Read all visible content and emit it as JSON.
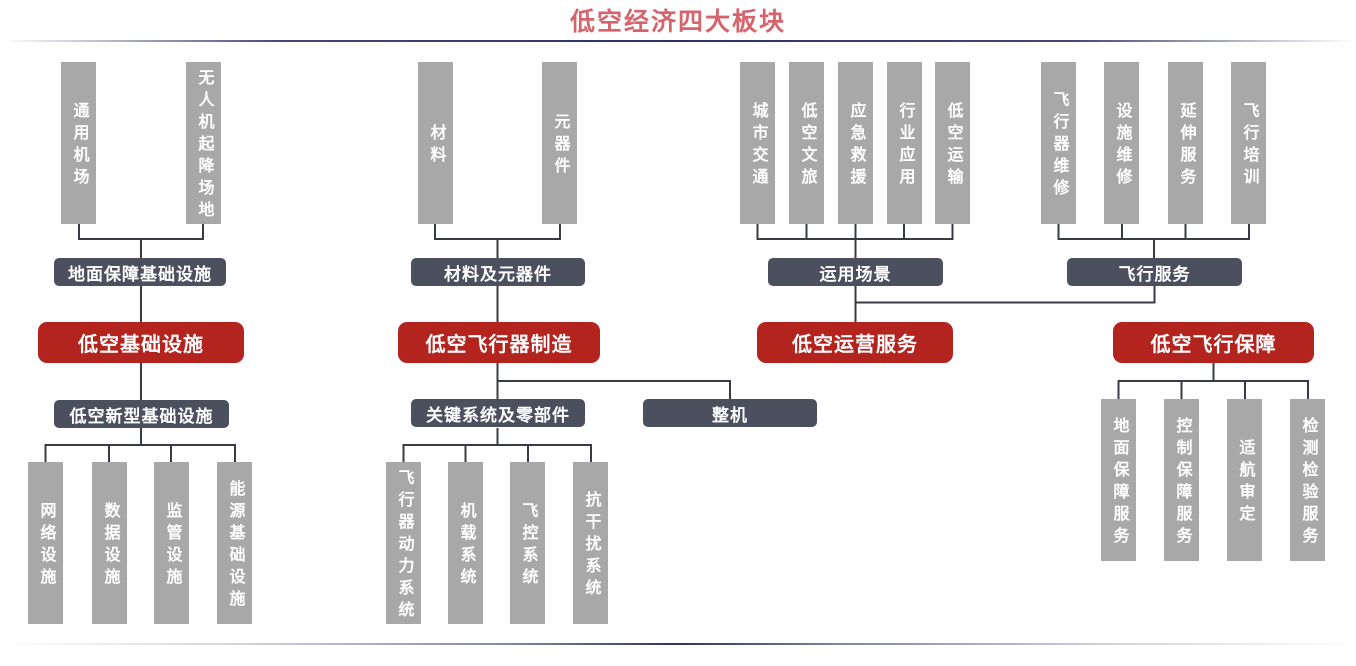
{
  "title": "低空经济四大板块",
  "colors": {
    "title_red": "#d5646c",
    "box_red": "#b3241e",
    "box_slate": "#4a505e",
    "bar_gray": "#a8a8a8",
    "line_dark": "#383c42",
    "divider_navy": "#2b3463",
    "text_white": "#ffffff",
    "background": "#ffffff"
  },
  "clusters": [
    {
      "main": "低空基础设施",
      "top_group": "地面保障基础设施",
      "top_leaves": [
        "通用机场",
        "无人机起降场地"
      ],
      "sub_group": "低空新型基础设施",
      "bottom_leaves": [
        "网络设施",
        "数据设施",
        "监管设施",
        "能源基础设施"
      ]
    },
    {
      "main": "低空飞行器制造",
      "top_group": "材料及元器件",
      "top_leaves": [
        "材料",
        "元器件"
      ],
      "sub_groups": [
        "关键系统及零部件",
        "整机"
      ],
      "bottom_leaves": [
        "飞行器动力系统",
        "机载系统",
        "飞控系统",
        "抗干扰系统"
      ]
    },
    {
      "main": "低空运营服务",
      "top_group": "运用场景",
      "top_leaves": [
        "城市交通",
        "低空文旅",
        "应急救援",
        "行业应用",
        "低空运输"
      ]
    },
    {
      "main": "低空飞行保障",
      "top_group": "飞行服务",
      "top_leaves": [
        "飞行器维修",
        "设施维修",
        "延伸服务",
        "飞行培训"
      ],
      "bottom_leaves": [
        "地面保障服务",
        "控制保障服务",
        "适航审定",
        "检测检验服务"
      ]
    }
  ]
}
